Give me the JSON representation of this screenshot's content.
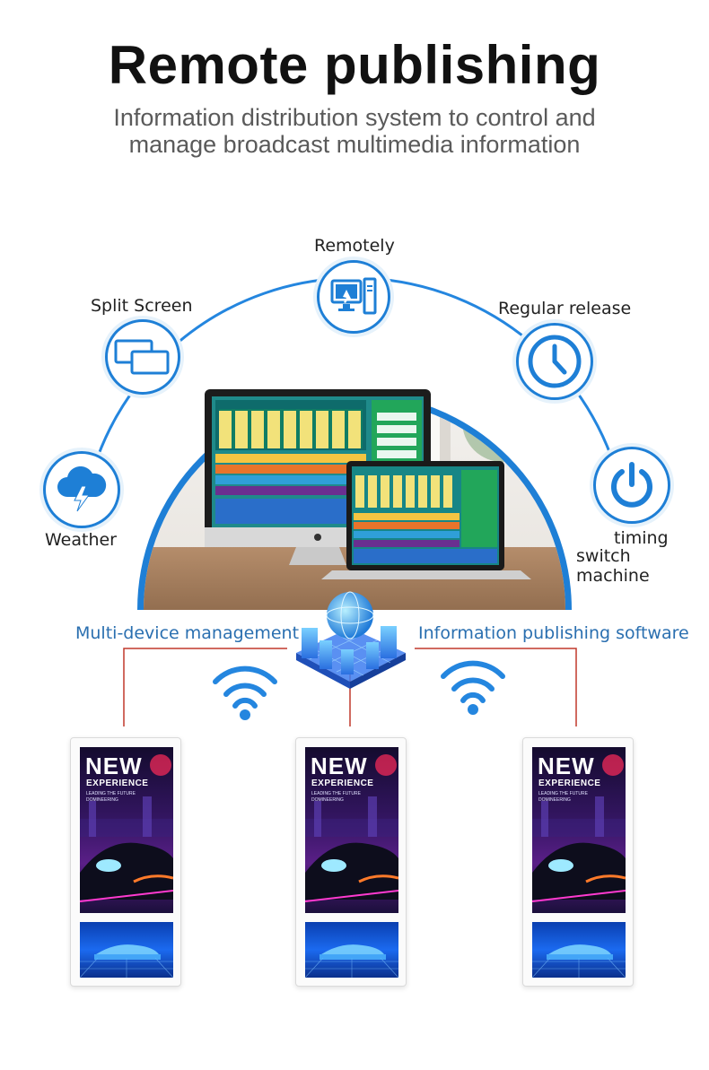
{
  "header": {
    "title": "Remote publishing",
    "subtitle_line1": "Information distribution system to control and",
    "subtitle_line2": "manage broadcast multimedia information"
  },
  "features": {
    "remotely": "Remotely",
    "split_screen": "Split Screen",
    "regular_release": "Regular release",
    "weather": "Weather",
    "timing_line1": "timing",
    "timing_line2": "switch machine"
  },
  "labels": {
    "multi_device": "Multi-device management",
    "info_software": "Information publishing software"
  },
  "kiosk": {
    "headline": "NEW",
    "subheadline": "EXPERIENCE",
    "tagline": "LEADING THE FUTURE DOMINEERING"
  },
  "icons": [
    "computer-icon",
    "split-screen-icon",
    "clock-icon",
    "cloud-lightning-icon",
    "power-icon",
    "wifi-icon",
    "globe-server-icon"
  ],
  "colors": {
    "accent": "#1e7fd6",
    "label_blue": "#2a6fb0",
    "connector": "#c0392b"
  }
}
